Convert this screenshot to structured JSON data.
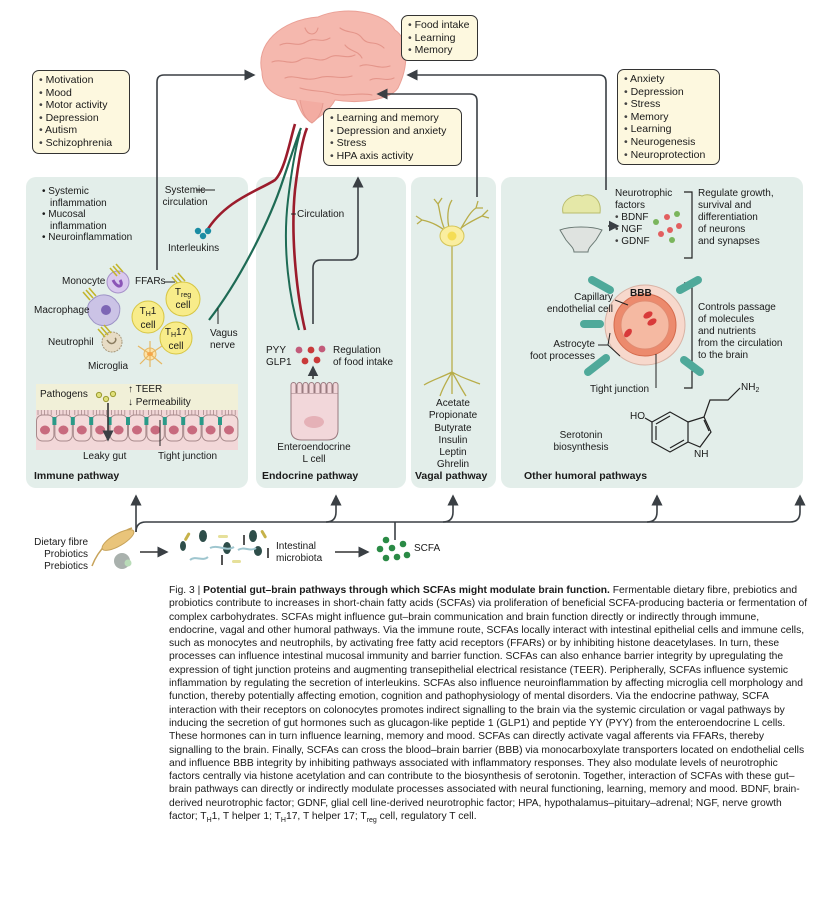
{
  "brain_boxes": {
    "left": [
      "Motivation",
      "Mood",
      "Motor activity",
      "Depression",
      "Autism",
      "Schizophrenia"
    ],
    "top": [
      "Food intake",
      "Learning",
      "Memory"
    ],
    "center": [
      "Learning and memory",
      "Depression and anxiety",
      "Stress",
      "HPA axis activity"
    ],
    "right": [
      "Anxiety",
      "Depression",
      "Stress",
      "Memory",
      "Learning",
      "Neurogenesis",
      "Neuroprotection"
    ]
  },
  "immune": {
    "title": "Immune pathway",
    "effects": [
      "Systemic inflammation",
      "Mucosal inflammation",
      "Neuroinflammation"
    ],
    "systemic_circulation": "Systemic circulation",
    "interleukins": "Interleukins",
    "vagus_nerve": "Vagus nerve",
    "ffars": "FFARs",
    "cells": {
      "monocyte": "Monocyte",
      "macrophage": "Macrophage",
      "neutrophil": "Neutrophil",
      "microglia": "Microglia",
      "th1": "1",
      "th17": "17",
      "treg": "reg",
      "cell_word": "cell",
      "t": "T",
      "h": "H"
    },
    "pathogens": "Pathogens",
    "teer": "↑ TEER",
    "permeability": "↓ Permeability",
    "leaky_gut": "Leaky gut",
    "tight_junction": "Tight junction"
  },
  "endocrine": {
    "title": "Endocrine pathway",
    "circulation": "Circulation",
    "hormones": "PYY\nGLP1",
    "hormone_1": "PYY",
    "hormone_2": "GLP1",
    "regulation": "Regulation",
    "regulation_2": "of food intake",
    "cell_1": "Enteroendocrine",
    "cell_2": "L cell"
  },
  "vagal": {
    "title": "Vagal pathway",
    "molecules": [
      "Acetate",
      "Propionate",
      "Butyrate",
      "Insulin",
      "Leptin",
      "Ghrelin"
    ]
  },
  "humoral": {
    "title": "Other humoral pathways",
    "neurotrophic_title_1": "Neurotrophic",
    "neurotrophic_title_2": "factors",
    "factors": [
      "BDNF",
      "NGF",
      "GDNF"
    ],
    "neurotrophic_effect": [
      "Regulate growth,",
      "survival and",
      "differentiation",
      "of neurons",
      "and synapses"
    ],
    "bbb": "BBB",
    "capillary_1": "Capillary",
    "capillary_2": "endothelial cell",
    "astrocyte_1": "Astrocyte",
    "astrocyte_2": "foot processes",
    "tight_junction": "Tight junction",
    "bbb_effect": [
      "Controls passage",
      "of molecules",
      "and nutrients",
      "from the circulation",
      "to the brain"
    ],
    "serotonin_1": "Serotonin",
    "serotonin_2": "biosynthesis",
    "ho": "HO",
    "nh": "NH",
    "nh2": "NH",
    "nh2_sub": "2"
  },
  "bottom": {
    "inputs": [
      "Dietary fibre",
      "Probiotics",
      "Prebiotics"
    ],
    "microbiota_1": "Intestinal",
    "microbiota_2": "microbiota",
    "scfa": "SCFA"
  },
  "caption": {
    "fig": "Fig. 3 | ",
    "title": "Potential gut–brain pathways through which SCFAs might modulate brain function.",
    "body": " Fermentable dietary fibre, prebiotics and probiotics contribute to increases in short-chain fatty acids (SCFAs) via proliferation of beneficial SCFA-producing bacteria or fermentation of complex carbohydrates. SCFAs might influence gut–brain communication and brain function directly or indirectly through immune, endocrine, vagal and other humoral pathways. Via the immune route, SCFAs locally interact with intestinal epithelial cells and immune cells, such as monocytes and neutrophils, by activating free fatty acid receptors (FFARs) or by inhibiting histone deacetylases. In turn, these processes can influence intestinal mucosal immunity and barrier function. SCFAs can also enhance barrier integrity by upregulating the expression of tight junction proteins and augmenting transepithelial electrical resistance (TEER). Peripherally, SCFAs influence systemic inflammation by regulating the secretion of interleukins. SCFAs also influence neuroinflammation by affecting microglia cell morphology and function, thereby potentially affecting emotion, cognition and pathophysiology of mental disorders. Via the endocrine pathway, SCFA interaction with their receptors on colonocytes promotes indirect signalling to the brain via the systemic circulation or vagal pathways by inducing the secretion of gut hormones such as glucagon-like peptide 1 (GLP1) and peptide YY (PYY) from the enteroendocrine L cells. These hormones can in turn influence learning, memory and mood. SCFAs can directly activate vagal afferents via FFARs, thereby signalling to the brain. Finally, SCFAs can cross the blood–brain barrier (BBB) via monocarboxylate transporters located on endothelial cells and influence BBB integrity by inhibiting pathways associated with inflammatory responses. They also modulate levels of neurotrophic factors centrally via histone acetylation and can contribute to the biosynthesis of serotonin. Together, interaction of SCFAs with these gut–brain pathways can directly or indirectly modulate processes associated with neural functioning, learning, memory and mood. BDNF, brain-derived neurotrophic factor; GDNF, glial cell line-derived neurotrophic factor; HPA, hypothalamus–pituitary–adrenal; NGF, nerve growth factor; T",
    "th1_sub": "H",
    "mid1": "1, T helper 1; T",
    "th17_sub": "H",
    "mid2": "17, T helper 17; T",
    "treg_sub": "reg",
    "end": " cell, regulatory T cell."
  },
  "colors": {
    "panel_bg": "#e3eeea",
    "box_bg": "#fdf8df",
    "brain": "#f5b8ae",
    "red_vessel": "#9b1c2c",
    "green_nerve": "#1e6b55",
    "scfa_green": "#2a8a45",
    "arrow": "#3a3f44"
  }
}
